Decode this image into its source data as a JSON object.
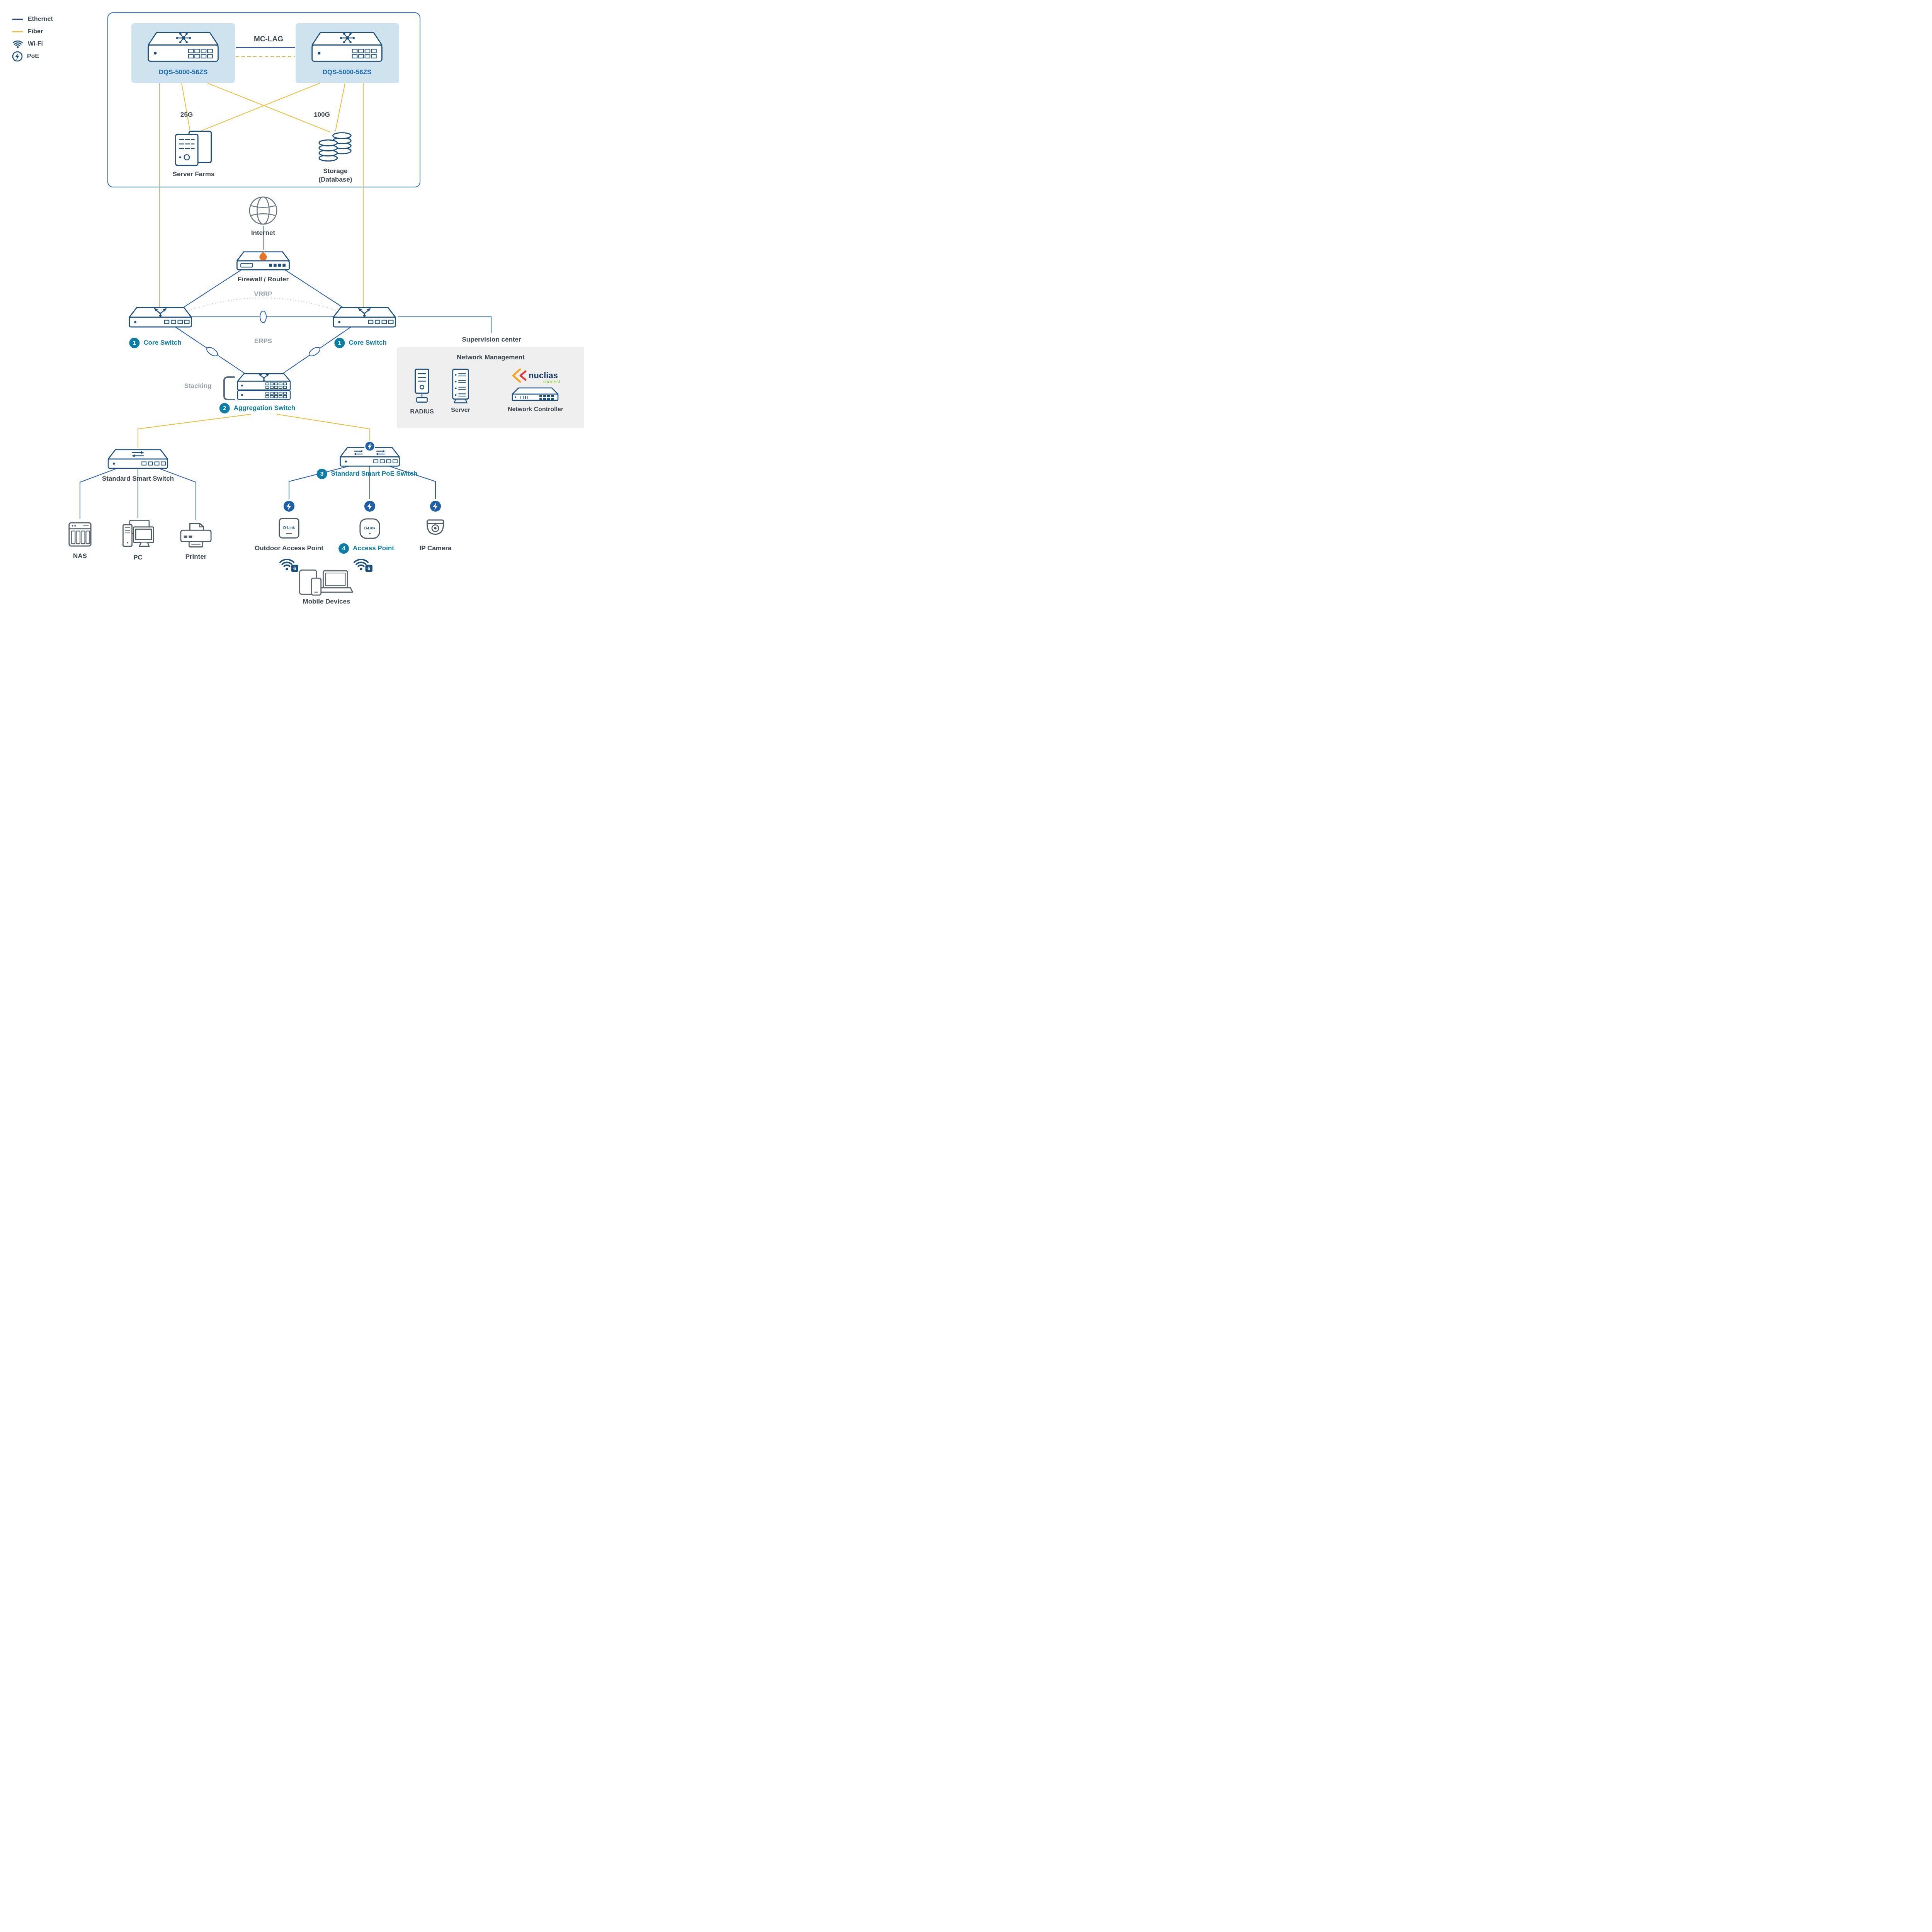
{
  "legend": {
    "ethernet": "Ethernet",
    "fiber": "Fiber",
    "wifi": "Wi-Fi",
    "poe": "PoE"
  },
  "dc": {
    "mclag": "MC-LAG",
    "dqs_left": "DQS-5000-56ZS",
    "dqs_right": "DQS-5000-56ZS",
    "g25": "25G",
    "g100": "100G",
    "server_farms": "Server Farms",
    "storage1": "Storage",
    "storage2": "(Database)"
  },
  "mid": {
    "internet": "Internet",
    "firewall": "Firewall / Router",
    "vrrp": "VRRP",
    "erps": "ERPS",
    "core_left_num": "1",
    "core_left_label": "Core Switch",
    "core_right_num": "1",
    "core_right_label": "Core Switch",
    "stacking": "Stacking",
    "agg_num": "2",
    "agg_label": "Aggregation Switch"
  },
  "sup": {
    "title": "Supervision center",
    "nm": "Network Management",
    "radius": "RADIUS",
    "server": "Server",
    "controller": "Network Controller",
    "brand": "nuclias",
    "brand2": "connect"
  },
  "edge": {
    "smart": "Standard Smart Switch",
    "poe_num": "3",
    "poe_label": "Standard Smart PoE Switch",
    "nas": "NAS",
    "pc": "PC",
    "printer": "Printer",
    "outdoor_ap": "Outdoor Access Point",
    "ap_num": "4",
    "ap_label": "Access Point",
    "camera": "IP Camera",
    "wifi6_left": "6",
    "wifi6_right": "6",
    "mobile": "Mobile Devices",
    "dlink1": "D-Link",
    "dlink2": "D-Link"
  },
  "colors": {
    "navy": "#1d4f7c",
    "slate": "#4e5a66",
    "line_blue": "#2b5ca9",
    "fiber_yellow": "#e9bd3f",
    "teal": "#0e7da6",
    "dqs_blue": "#1a6ab5",
    "dark_text": "#3d4751",
    "gray_text": "#9aa2ab",
    "panel_fill": "#efefef",
    "dqs_fill": "#cfe3ef",
    "flame_orange": "#e3752b",
    "connect_green": "#8dc63f",
    "poe_badge_blue": "#1e5fa7"
  }
}
